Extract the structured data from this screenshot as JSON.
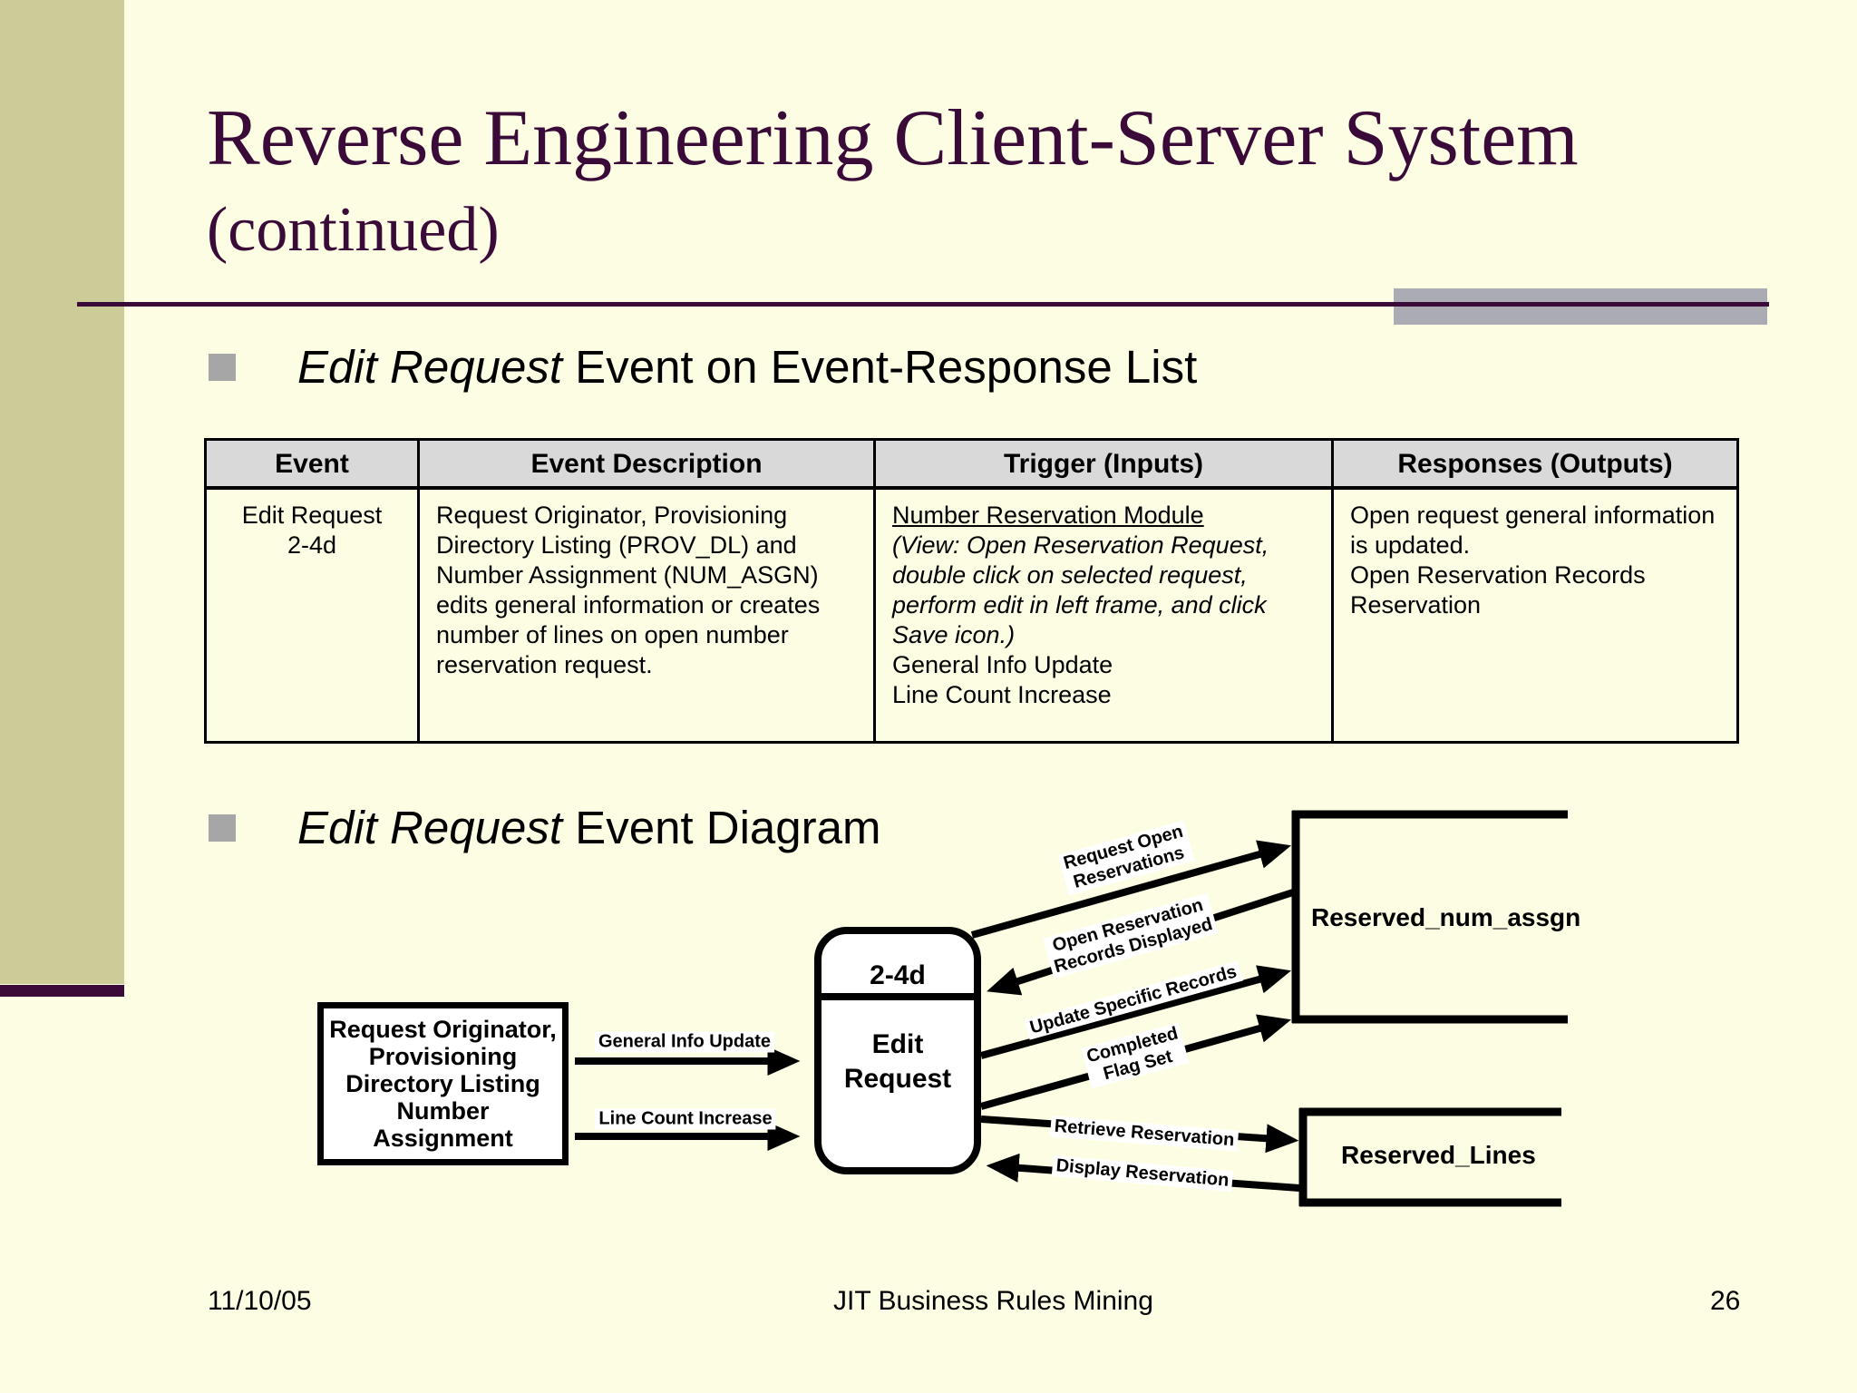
{
  "slide": {
    "title_line1": "Reverse Engineering Client-Server System",
    "title_line2": "(continued)",
    "footer": {
      "date": "11/10/05",
      "center": "JIT Business Rules Mining",
      "page": "26"
    }
  },
  "bullets": {
    "b1_italic": "Edit Request",
    "b1_rest": " Event on Event-Response List",
    "b2_italic": "Edit Request",
    "b2_rest": " Event Diagram"
  },
  "table": {
    "headers": [
      "Event",
      "Event Description",
      "Trigger (Inputs)",
      "Responses (Outputs)"
    ],
    "row": {
      "event_line1": "Edit Request",
      "event_line2": "2-4d",
      "description": "Request Originator, Provisioning Directory Listing (PROV_DL) and Number Assignment (NUM_ASGN) edits general information or creates number of lines on open number reservation request.",
      "trigger_module": "Number Reservation Module",
      "trigger_note": "(View: Open Reservation Request, double click on selected request, perform edit in left frame, and click Save icon.)",
      "trigger_item1": "General Info Update",
      "trigger_item2": "Line Count Increase",
      "responses_p1": "Open request general information is updated.",
      "responses_p2": "Open Reservation Records Reservation"
    }
  },
  "diagram": {
    "source_lines": [
      "Request Originator,",
      "Provisioning",
      "Directory Listing",
      "Number Assignment"
    ],
    "process_id": "2-4d",
    "process_name": "Edit Request",
    "store1": "Reserved_num_assgn",
    "store2": "Reserved_Lines",
    "flows": {
      "general_info": "General Info Update",
      "line_count": "Line Count Increase",
      "request_open_l1": "Request Open",
      "request_open_l2": "Reservations",
      "open_res_l1": "Open Reservation",
      "open_res_l2": "Records Displayed",
      "update_specific": "Update Specific Records",
      "completed_l1": "Completed",
      "completed_l2": "Flag Set",
      "retrieve": "Retrieve Reservation",
      "display": "Display Reservation"
    }
  },
  "colors": {
    "background": "#FDFDE3",
    "sidebar_olive": "#CCCC99",
    "accent_purple": "#3A0A38",
    "accent_gray": "#ABABB4",
    "table_header_gray": "#D9D9D9",
    "bullet_gray": "#A6A6A6"
  }
}
